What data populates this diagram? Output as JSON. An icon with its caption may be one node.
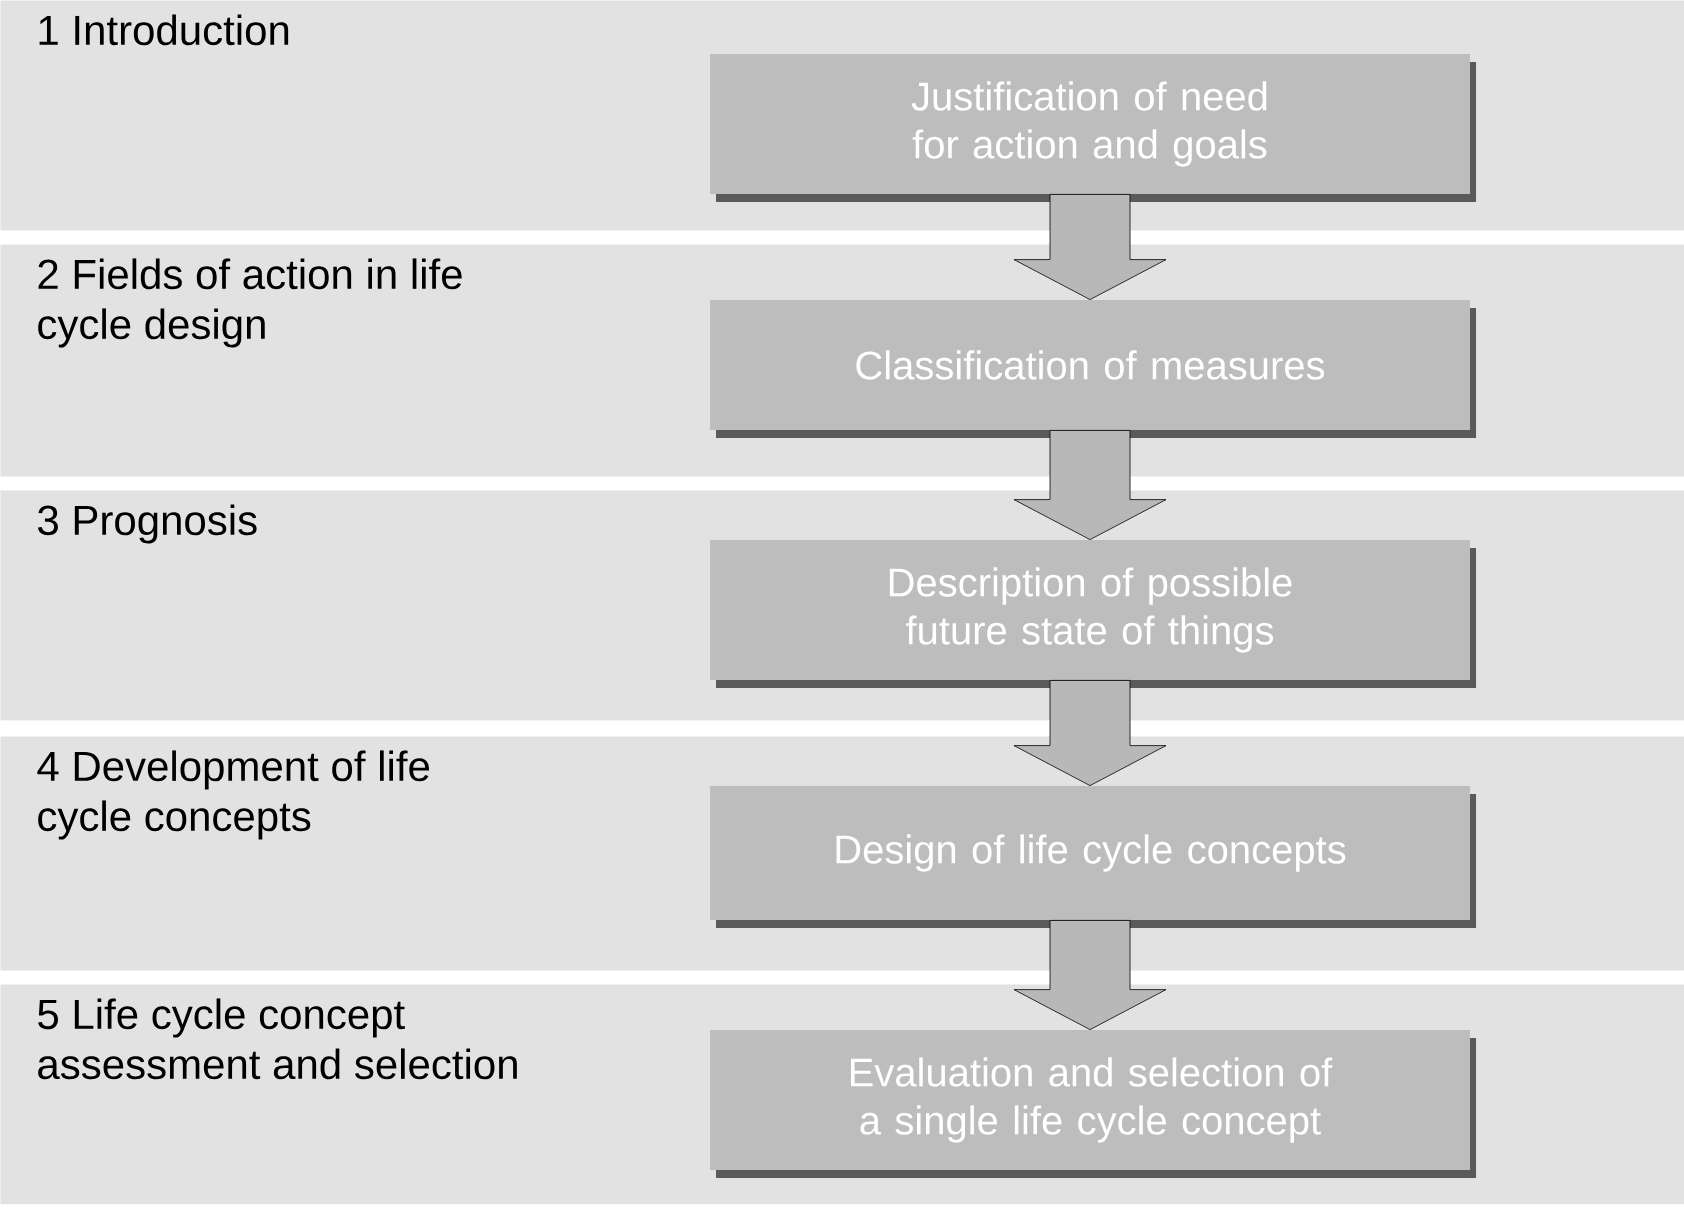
{
  "diagram": {
    "nodes": [
      {
        "text": [
          "1 Introduction"
        ]
      },
      {
        "text": [
          "Justification of need for action and goals"
        ],
        "in": 0
      },
      {
        "text": [
          "2 Fields of action in life cycle design"
        ]
      },
      {
        "text": [
          "Classification of measures"
        ],
        "in": 2
      },
      {
        "text": [
          "3 Prognosis"
        ]
      },
      {
        "text": [
          "Description of possible future state of things"
        ],
        "in": 4
      },
      {
        "text": [
          "4 Development of life cycle concepts"
        ]
      },
      {
        "text": [
          "Design of life cycle concepts"
        ],
        "in": 6
      },
      {
        "text": [
          "5 Life cycle concept assessment and selection"
        ]
      },
      {
        "text": [
          "Evaluation and selection of a single life cycle concept"
        ],
        "in": 8
      }
    ],
    "edges": [
      {
        "from": 1,
        "to": 3,
        "arrow": "to"
      },
      {
        "from": 3,
        "to": 5,
        "arrow": "to"
      },
      {
        "from": 5,
        "to": 7,
        "arrow": "to"
      },
      {
        "from": 7,
        "to": 9,
        "arrow": "to"
      }
    ]
  }
}
